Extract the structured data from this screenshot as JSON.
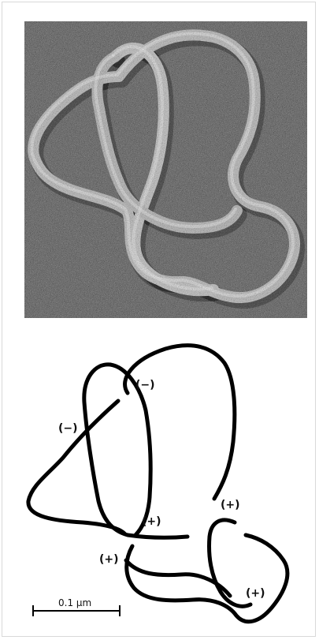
{
  "micrograph": {
    "alt": "Electron micrograph of a knotted DNA circle"
  },
  "diagram": {
    "crossings": [
      {
        "id": "c1",
        "sign": "(−)"
      },
      {
        "id": "c2",
        "sign": "(−)"
      },
      {
        "id": "c3",
        "sign": "(+)"
      },
      {
        "id": "c4",
        "sign": "(+)"
      },
      {
        "id": "c5",
        "sign": "(+)"
      },
      {
        "id": "c6",
        "sign": "(+)"
      }
    ],
    "scale_bar": {
      "label": "0.1 µm"
    }
  }
}
